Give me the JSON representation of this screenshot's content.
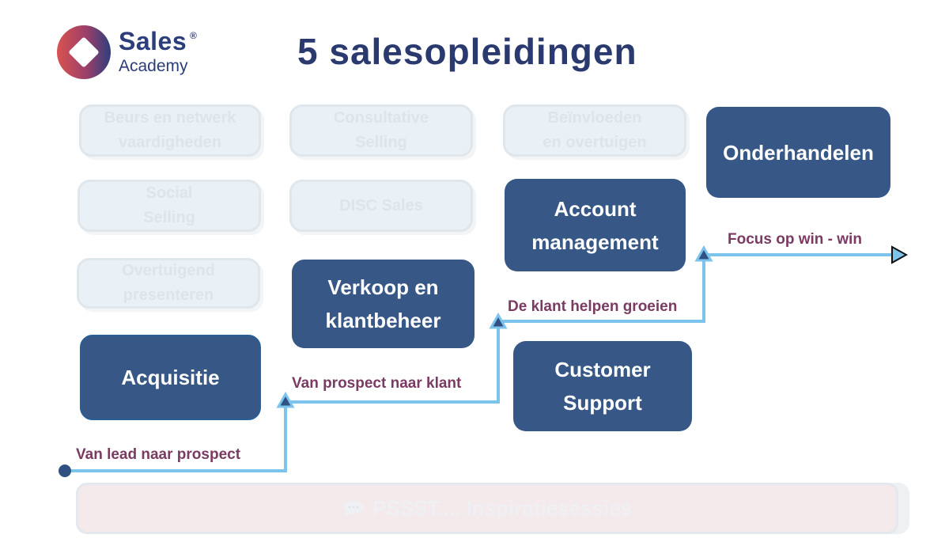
{
  "logo": {
    "name": "Sales",
    "registered": "®",
    "subtitle": "Academy"
  },
  "title": "5 salesopleidingen",
  "faded_trainings": [
    {
      "label": "Beurs en netwerk\nvaardigheden"
    },
    {
      "label": "Consultative\nSelling"
    },
    {
      "label": "Beïnvloeden\nen overtuigen"
    },
    {
      "label": "Social\nSelling"
    },
    {
      "label": "DISC Sales"
    },
    {
      "label": "Overtuigend\npresenteren"
    }
  ],
  "trainings": [
    {
      "label": "Acquisitie"
    },
    {
      "label": "Verkoop en\nklantbeheer"
    },
    {
      "label": "Account\nmanagement"
    },
    {
      "label": "Customer\nSupport"
    },
    {
      "label": "Onderhandelen"
    }
  ],
  "steps": [
    {
      "label": "Van lead naar prospect"
    },
    {
      "label": "Van prospect naar klant"
    },
    {
      "label": "De klant helpen groeien"
    },
    {
      "label": "Focus op win - win"
    }
  ],
  "banner": {
    "icon": "speech-bubble-icon",
    "text": "PSSST.... Inspiratiesessies"
  },
  "colors": {
    "box": "#375887",
    "path": "#7cc4ec",
    "label": "#7a3b63",
    "title": "#2a3a6e"
  }
}
